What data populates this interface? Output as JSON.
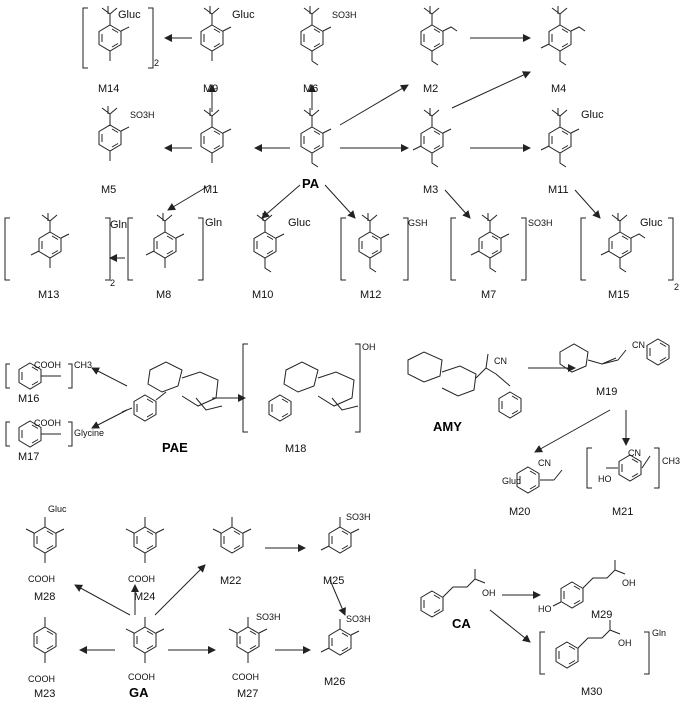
{
  "compounds": {
    "PA": "PA",
    "PAE": "PAE",
    "AMY": "AMY",
    "GA": "GA",
    "CA": "CA",
    "M1": "M1",
    "M2": "M2",
    "M3": "M3",
    "M4": "M4",
    "M5": "M5",
    "M6": "M6",
    "M7": "M7",
    "M8": "M8",
    "M9": "M9",
    "M10": "M10",
    "M11": "M11",
    "M12": "M12",
    "M13": "M13",
    "M14": "M14",
    "M15": "M15",
    "M16": "M16",
    "M17": "M17",
    "M18": "M18",
    "M19": "M19",
    "M20": "M20",
    "M21": "M21",
    "M22": "M22",
    "M23": "M23",
    "M24": "M24",
    "M25": "M25",
    "M26": "M26",
    "M27": "M27",
    "M28": "M28",
    "M29": "M29",
    "M30": "M30"
  },
  "groups": {
    "gluc": "Gluc",
    "so3h": "SO3H",
    "gln": "Gln",
    "gsh": "GSH",
    "oh": "OH",
    "ho": "HO",
    "cooh": "COOH",
    "ch3": "CH3",
    "glycine": "Glycine",
    "cn": "CN",
    "gluc_o": "Gluc"
  },
  "fragments": {
    "cooh_ch3": "COOH",
    "cooh_gly": "COOH"
  },
  "multipliers": {
    "two": "2"
  }
}
